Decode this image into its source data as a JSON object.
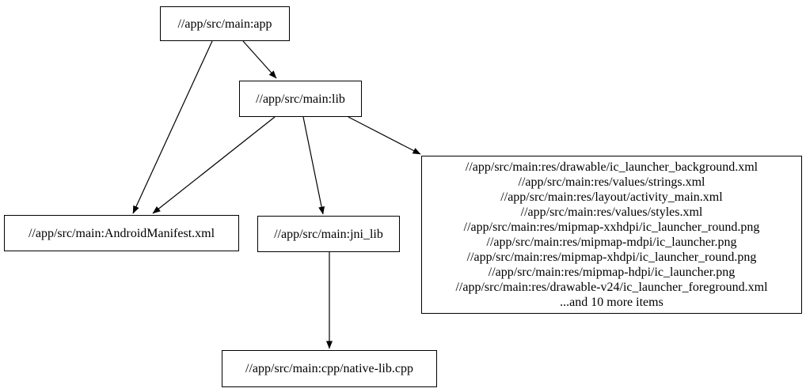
{
  "graph": {
    "background_color": "#ffffff",
    "node_fill_color": "#ffffff",
    "node_border_color": "#000000",
    "edge_color": "#000000",
    "nodes": {
      "app": {
        "label": "//app/src/main:app"
      },
      "lib": {
        "label": "//app/src/main:lib"
      },
      "android_manifest": {
        "label": "//app/src/main:AndroidManifest.xml"
      },
      "jni_lib": {
        "label": "//app/src/main:jni_lib"
      },
      "res_files": {
        "lines": [
          "//app/src/main:res/drawable/ic_launcher_background.xml",
          "//app/src/main:res/values/strings.xml",
          "//app/src/main:res/layout/activity_main.xml",
          "//app/src/main:res/values/styles.xml",
          "//app/src/main:res/mipmap-xxhdpi/ic_launcher_round.png",
          "//app/src/main:res/mipmap-mdpi/ic_launcher.png",
          "//app/src/main:res/mipmap-xhdpi/ic_launcher_round.png",
          "//app/src/main:res/mipmap-hdpi/ic_launcher.png",
          "//app/src/main:res/drawable-v24/ic_launcher_foreground.xml",
          "...and 10 more items"
        ]
      },
      "native_lib_cpp": {
        "label": "//app/src/main:cpp/native-lib.cpp"
      }
    },
    "edges": [
      {
        "from": "app",
        "to": "lib"
      },
      {
        "from": "app",
        "to": "android_manifest"
      },
      {
        "from": "lib",
        "to": "android_manifest"
      },
      {
        "from": "lib",
        "to": "jni_lib"
      },
      {
        "from": "lib",
        "to": "res_files"
      },
      {
        "from": "jni_lib",
        "to": "native_lib_cpp"
      }
    ]
  }
}
